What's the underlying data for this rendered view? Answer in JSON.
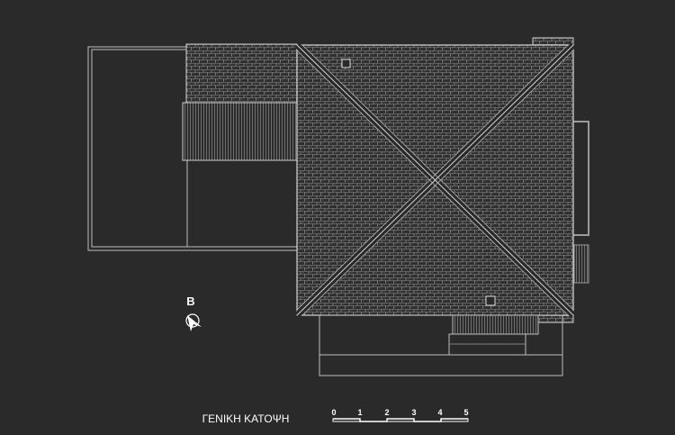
{
  "drawing": {
    "title": "ΓΕΝΙΚΗ ΚΑΤΟΨΗ",
    "north_label": "Β",
    "scale_labels": [
      "0",
      "1",
      "2",
      "3",
      "4",
      "5"
    ]
  },
  "colors": {
    "background": "#2a2a2a",
    "line": "#cfcfcf",
    "text": "#ffffff"
  },
  "icons": {
    "north_arrow": "north-arrow-icon"
  }
}
